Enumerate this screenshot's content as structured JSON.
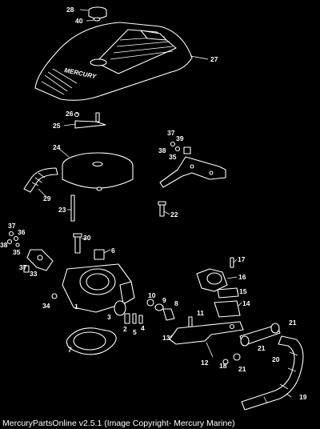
{
  "footer": {
    "caption": "MercuryPartsOnline v2.5.1 (Image Copyright- Mercury Marine)"
  },
  "cover_brand": "MERCURY",
  "callouts": [
    "28",
    "40",
    "27",
    "26",
    "25",
    "24",
    "37",
    "39",
    "38",
    "35",
    "29",
    "23",
    "22",
    "37",
    "36",
    "38",
    "35",
    "30",
    "6",
    "17",
    "16",
    "33",
    "37",
    "34",
    "1",
    "15",
    "14",
    "10",
    "9",
    "8",
    "2",
    "5",
    "4",
    "3",
    "11",
    "13",
    "12",
    "21",
    "21",
    "20",
    "18",
    "7",
    "21",
    "19"
  ]
}
